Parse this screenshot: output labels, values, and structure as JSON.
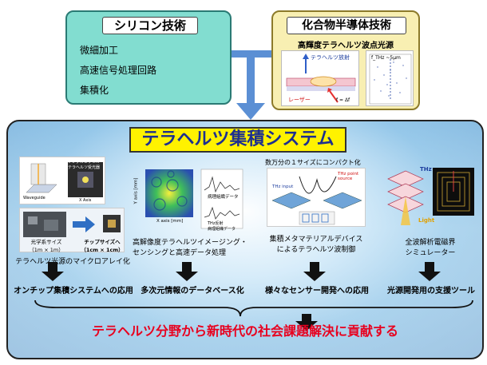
{
  "silicon": {
    "title": "シリコン技術",
    "items": [
      "微細加工",
      "高速信号処理回路",
      "集積化"
    ]
  },
  "compound": {
    "title": "化合物半導体技術",
    "subtitle": "高輝度テラヘルツ波点光源",
    "figure_texts": {
      "terahertz_emission": "テラヘルツ放射",
      "laser": "レーザー",
      "freq_formula": "f = Δf",
      "plot_label": "f_THz ~5μm"
    }
  },
  "system": {
    "title": "テラヘルツ集積システム",
    "compact_note": "数万分の１サイズにコンパクト化",
    "panel1": {
      "caption": "テラヘルツ光源のマイクロアレイ化",
      "size_before": "光学系サイズ\n（1m × 1m）",
      "size_after": "チップサイズへ\n（1cm × 1cm）",
      "signal_label": "シングルピクセル\nテラヘルツ受光器",
      "axis_label": "X Axis",
      "waveguide_label": "Waveguide"
    },
    "panel2": {
      "caption": "高解像度テラヘルツイメージング・\nセンシングと高速データ処理",
      "xlabel": "X axis [mm]",
      "ylabel": "Y axis [mm]",
      "note1": "病理組織データ",
      "note2": "THz反射\n病理組織データ"
    },
    "panel3": {
      "caption": "集積メタマテリアルデバイス\nによるテラヘルツ波制御",
      "thz_input": "THz input",
      "thz_point": "THz point\nsource"
    },
    "panel4": {
      "caption": "全波解析電磁界\nシミュレーター",
      "thz": "THz",
      "light": "Light"
    },
    "applications": [
      "オンチップ集積システムへの応用",
      "多次元情報のデータベース化",
      "様々なセンサー開発への応用",
      "光源開発用の支援ツール"
    ],
    "conclusion": "テラヘルツ分野から新時代の社会課題解決に貢献する"
  },
  "colors": {
    "silicon_bg": "#82ddd0",
    "compound_bg": "#f8efb2",
    "title_bg": "#fff200",
    "title_text": "#1d2f90",
    "connector": "#5b8fd4",
    "conclusion_text": "#e8001e"
  }
}
